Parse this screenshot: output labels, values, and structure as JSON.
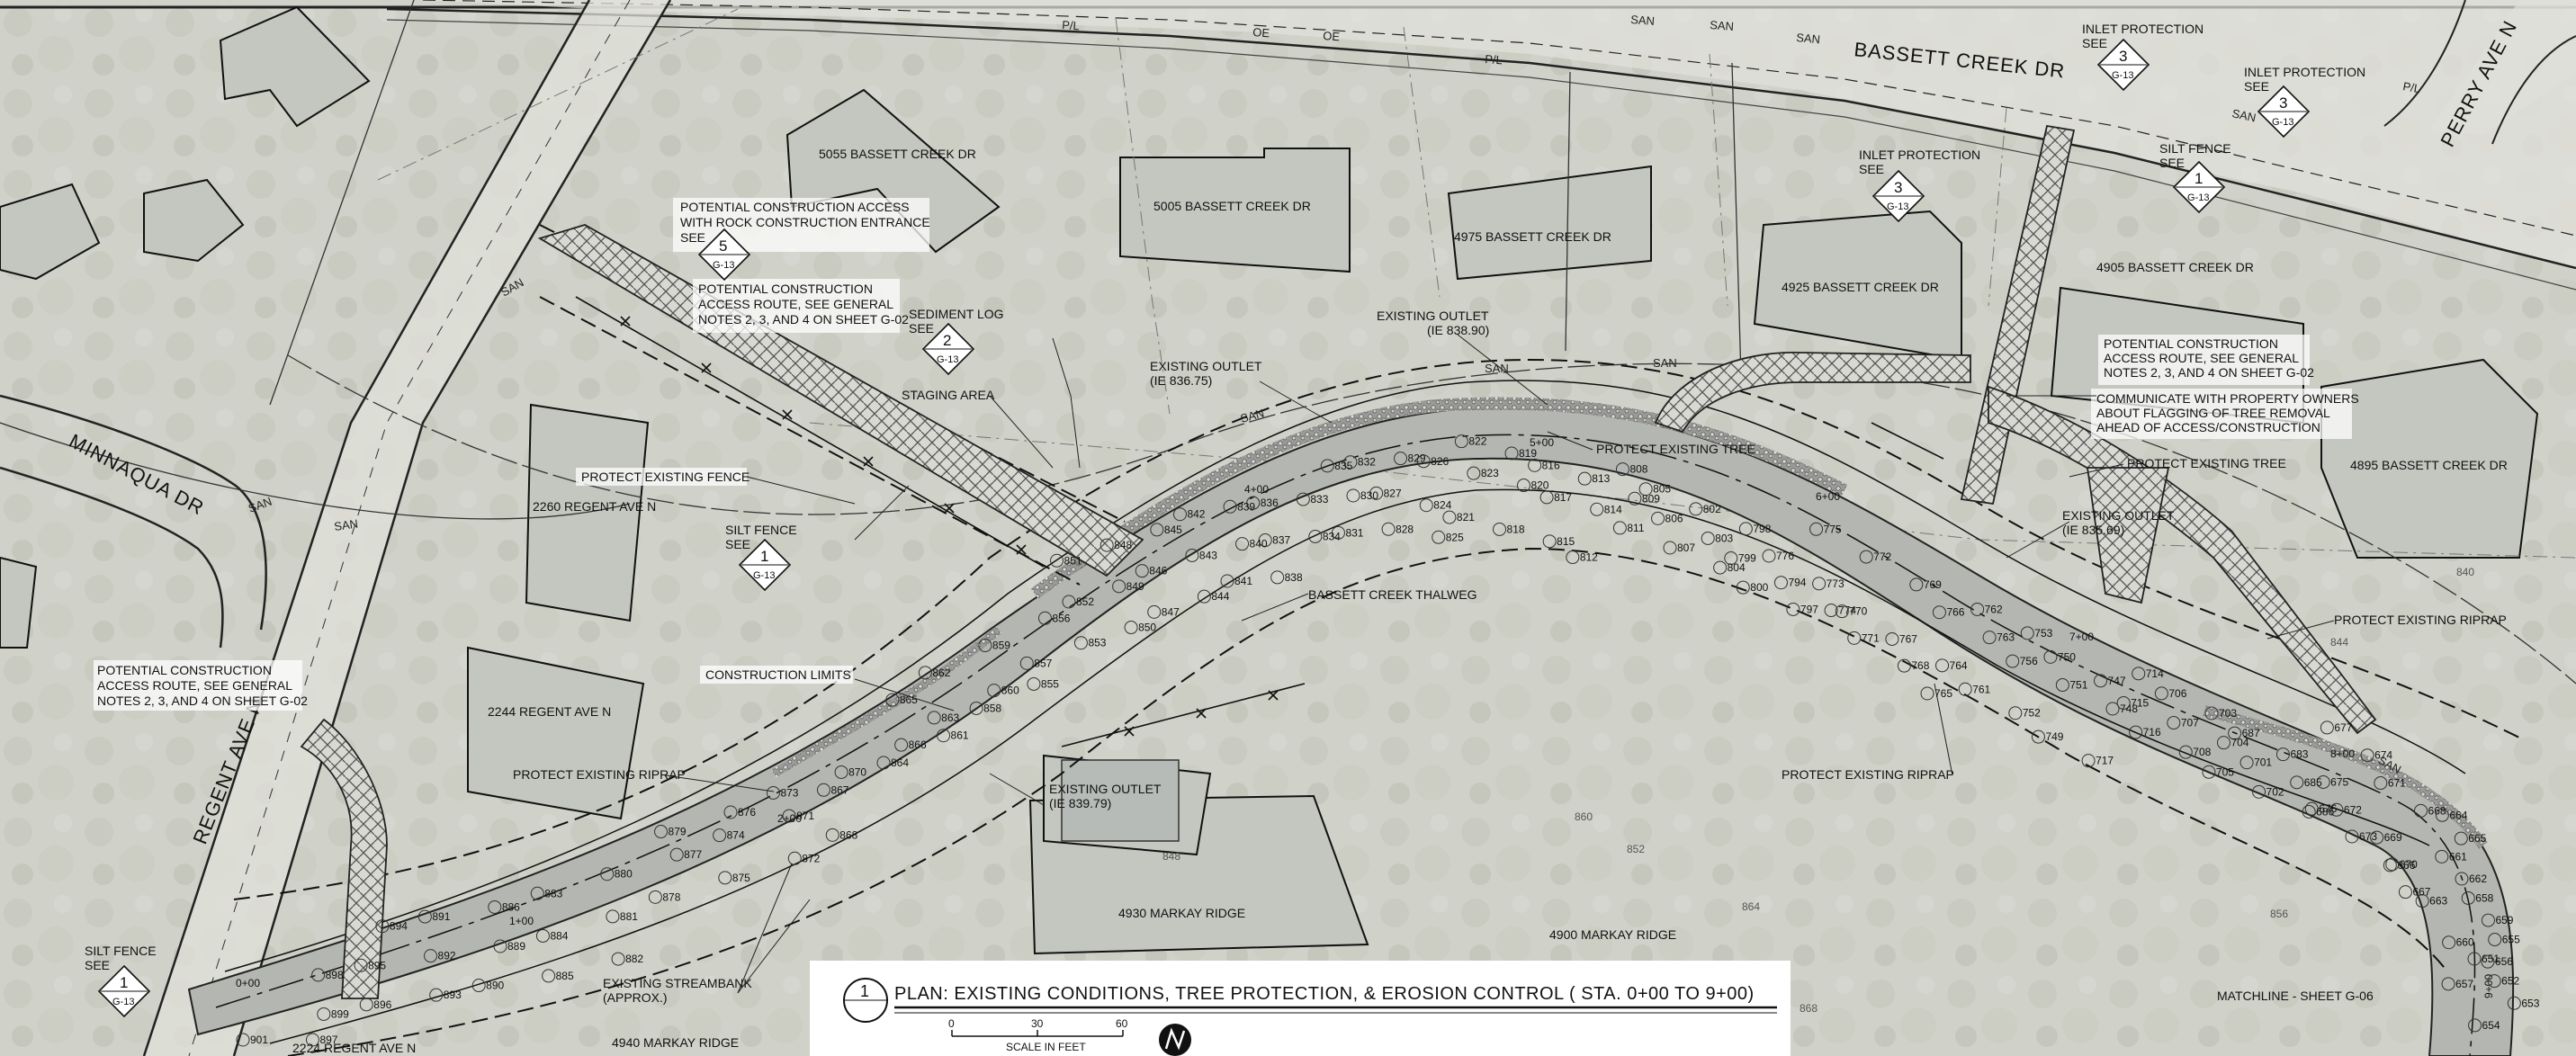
{
  "title": {
    "number": "1",
    "text": "PLAN:  EXISTING CONDITIONS, TREE PROTECTION, & EROSION CONTROL ( STA. 0+00 TO 9+00)"
  },
  "scale": {
    "ticks": [
      "0",
      "30",
      "60"
    ],
    "label": "SCALE IN FEET"
  },
  "streets": {
    "bassett": "BASSETT CREEK DR",
    "minnaqua": "MINNAQUA DR",
    "regent": "REGENT AVE N",
    "perry": "PERRY AVE N"
  },
  "addresses": {
    "a5055": "5055 BASSETT CREEK DR",
    "a5005": "5005 BASSETT CREEK DR",
    "a4975": "4975 BASSETT CREEK DR",
    "a4925": "4925 BASSETT CREEK DR",
    "a4905": "4905 BASSETT CREEK DR",
    "a4895": "4895 BASSETT CREEK DR",
    "a2260": "2260 REGENT AVE N",
    "a2244": "2244 REGENT AVE N",
    "a2224": "2224 REGENT AVE N",
    "a4930": "4930 MARKAY RIDGE",
    "a4900": "4900 MARKAY RIDGE",
    "a4940": "4940 MARKAY RIDGE"
  },
  "callouts": {
    "access_rock": [
      "POTENTIAL CONSTRUCTION ACCESS",
      "WITH ROCK CONSTRUCTION ENTRANCE",
      "SEE"
    ],
    "access_route_1": [
      "POTENTIAL CONSTRUCTION",
      "ACCESS ROUTE, SEE GENERAL",
      "NOTES 2, 3, AND 4 ON SHEET G-02"
    ],
    "access_route_2": [
      "POTENTIAL CONSTRUCTION",
      "ACCESS ROUTE, SEE GENERAL",
      "NOTES 2, 3, AND 4 ON SHEET G-02"
    ],
    "access_route_3": [
      "POTENTIAL CONSTRUCTION",
      "ACCESS ROUTE, SEE GENERAL",
      "NOTES 2, 3, AND 4 ON SHEET G-02"
    ],
    "sediment_log": [
      "SEDIMENT LOG",
      "SEE"
    ],
    "staging": "STAGING AREA",
    "existing_outlet_1": [
      "EXISTING OUTLET",
      "(IE 836.75)"
    ],
    "existing_outlet_2": [
      "EXISTING OUTLET",
      "(IE 838.90)"
    ],
    "existing_outlet_3": [
      "EXISTING OUTLET",
      "(IE 835.69)"
    ],
    "existing_outlet_4": [
      "EXISTING OUTLET",
      "(IE 839.79)"
    ],
    "protect_fence": "PROTECT EXISTING FENCE",
    "silt_fence_1": [
      "SILT FENCE",
      "SEE"
    ],
    "silt_fence_2": [
      "SILT FENCE",
      "SEE"
    ],
    "silt_fence_3": [
      "SILT FENCE",
      "SEE"
    ],
    "construction_limits": "CONSTRUCTION LIMITS",
    "protect_riprap_1": "PROTECT EXISTING RIPRAP",
    "protect_riprap_2": "PROTECT EXISTING RIPRAP",
    "protect_riprap_3": "PROTECT EXISTING RIPRAP",
    "protect_tree_1": "PROTECT EXISTING TREE",
    "protect_tree_2": "PROTECT EXISTING TREE",
    "thalweg": "BASSETT CREEK THALWEG",
    "streambank": [
      "EXISTING STREAMBANK",
      "(APPROX.)"
    ],
    "inlet_1": [
      "INLET PROTECTION",
      "SEE"
    ],
    "inlet_2": [
      "INLET PROTECTION",
      "SEE"
    ],
    "inlet_3": [
      "INLET PROTECTION",
      "SEE"
    ],
    "communicate": [
      "COMMUNICATE WITH PROPERTY OWNERS",
      "ABOUT FLAGGING OF TREE REMOVAL",
      "AHEAD OF ACCESS/CONSTRUCTION"
    ],
    "matchline": "MATCHLINE - SHEET G-06"
  },
  "detail_refs": {
    "sheet": "G-13",
    "access_rock": "5",
    "sediment_log": "2",
    "silt_fence": "1",
    "inlet": "3"
  },
  "stations": {
    "s0": "0+00",
    "s1": "1+00",
    "s2": "2+00",
    "s4": "4+00",
    "s5": "5+00",
    "s6": "6+00",
    "s7": "7+00",
    "s8": "8+00",
    "s9": "9+00"
  },
  "utility_labels": {
    "san": "SAN",
    "oe": "OE",
    "pl": "P/L"
  },
  "contours": [
    "840",
    "844",
    "848",
    "852",
    "856",
    "860",
    "864",
    "868"
  ],
  "trees": [
    "651",
    "652",
    "653",
    "654",
    "655",
    "656",
    "657",
    "658",
    "659",
    "660",
    "661",
    "662",
    "663",
    "664",
    "665",
    "666",
    "667",
    "668",
    "669",
    "670",
    "671",
    "672",
    "673",
    "674",
    "675",
    "676",
    "677",
    "683",
    "685",
    "686",
    "687",
    "701",
    "702",
    "703",
    "704",
    "705",
    "706",
    "707",
    "708",
    "714",
    "715",
    "716",
    "717",
    "747",
    "748",
    "749",
    "750",
    "751",
    "752",
    "753",
    "756",
    "761",
    "762",
    "763",
    "764",
    "765",
    "766",
    "767",
    "768",
    "769",
    "770",
    "771",
    "772",
    "773",
    "774",
    "775",
    "776",
    "794",
    "797",
    "798",
    "799",
    "800",
    "802",
    "803",
    "804",
    "805",
    "806",
    "807",
    "808",
    "809",
    "811",
    "812",
    "813",
    "814",
    "815",
    "816",
    "817",
    "818",
    "819",
    "820",
    "821",
    "822",
    "823",
    "824",
    "825",
    "826",
    "827",
    "828",
    "829",
    "830",
    "831",
    "832",
    "833",
    "834",
    "835",
    "836",
    "837",
    "838",
    "839",
    "840",
    "841",
    "842",
    "843",
    "844",
    "845",
    "846",
    "847",
    "848",
    "849",
    "850",
    "851",
    "852",
    "853",
    "855",
    "856",
    "857",
    "858",
    "859",
    "860",
    "861",
    "862",
    "863",
    "864",
    "865",
    "866",
    "867",
    "868",
    "870",
    "871",
    "872",
    "873",
    "874",
    "875",
    "876",
    "877",
    "878",
    "879",
    "880",
    "881",
    "882",
    "883",
    "884",
    "885",
    "886",
    "889",
    "890",
    "891",
    "892",
    "893",
    "894",
    "895",
    "896",
    "897",
    "898",
    "899",
    "901"
  ]
}
